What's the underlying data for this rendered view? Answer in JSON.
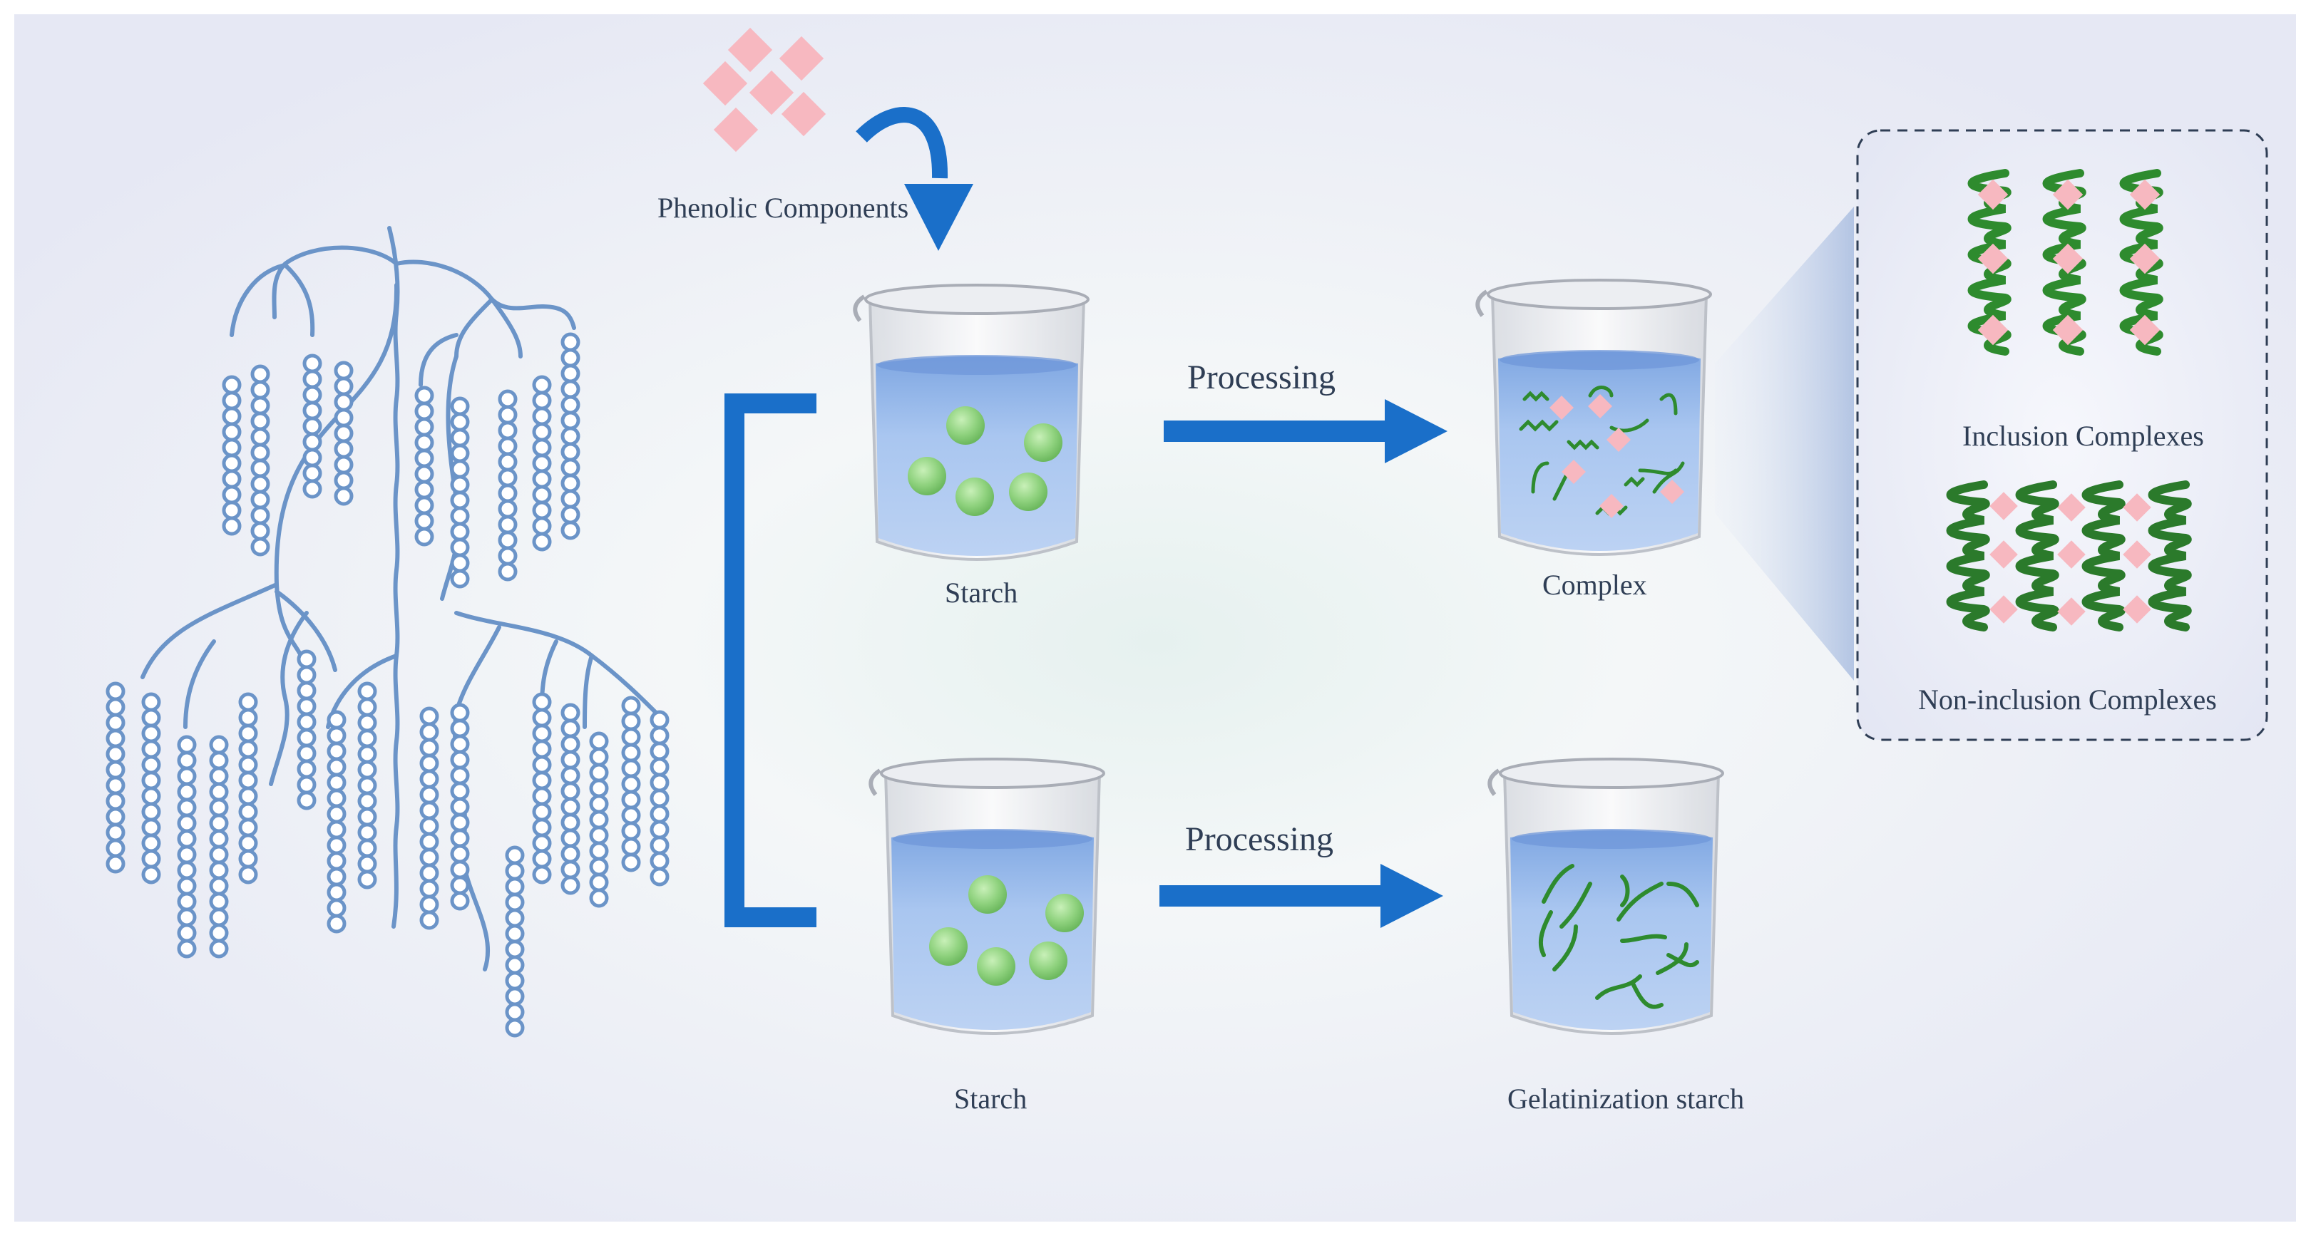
{
  "labels": {
    "phenolic": "Phenolic Components",
    "starch_top": "Starch",
    "starch_bottom": "Starch",
    "processing_top": "Processing",
    "processing_bottom": "Processing",
    "complex": "Complex",
    "gelatinization": "Gelatinization starch",
    "inclusion": "Inclusion Complexes",
    "non_inclusion": "Non-inclusion Complexes"
  },
  "colors": {
    "arrow": "#1a6fc9",
    "starch_chain": "#6b94c8",
    "granule": "#8fd27e",
    "helix": "#2e8b2e",
    "phenolic": "#f7b8c0",
    "water": "#9fc0ec",
    "panel_border": "#2f3e55"
  }
}
